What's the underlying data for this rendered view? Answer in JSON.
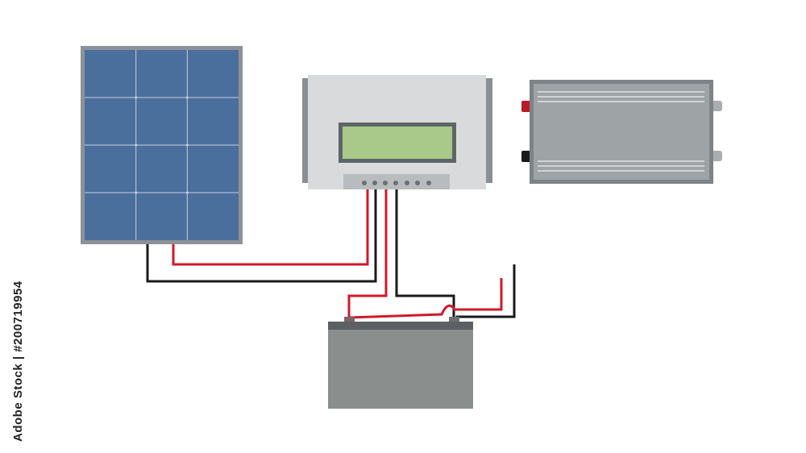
{
  "image_id_text": "Adobe Stock | #200719954",
  "components": {
    "solar_panel": {
      "cells_cols": 3,
      "cells_rows": 4
    },
    "charge_controller": {
      "indicator_leds": 7
    },
    "inverter": {
      "terminals": [
        "positive",
        "negative"
      ]
    },
    "battery": {
      "terminals": [
        "positive",
        "negative"
      ]
    }
  },
  "colors": {
    "panel_frame": "#8e9296",
    "panel_cell": "#4a6f9c",
    "panel_grid": "#c6cfdc",
    "controller_body": "#d9dadb",
    "controller_side": "#8a8f93",
    "lcd_frame": "#5e6468",
    "lcd_screen": "#a8c98a",
    "inverter_body": "#9ea3a6",
    "inverter_lines": "#e1e3e4",
    "battery_body": "#8a8f8e",
    "battery_top": "#5c6062",
    "wire_positive": "#d0192a",
    "wire_negative": "#1a1a1a",
    "terminal_red": "#b81c26"
  }
}
